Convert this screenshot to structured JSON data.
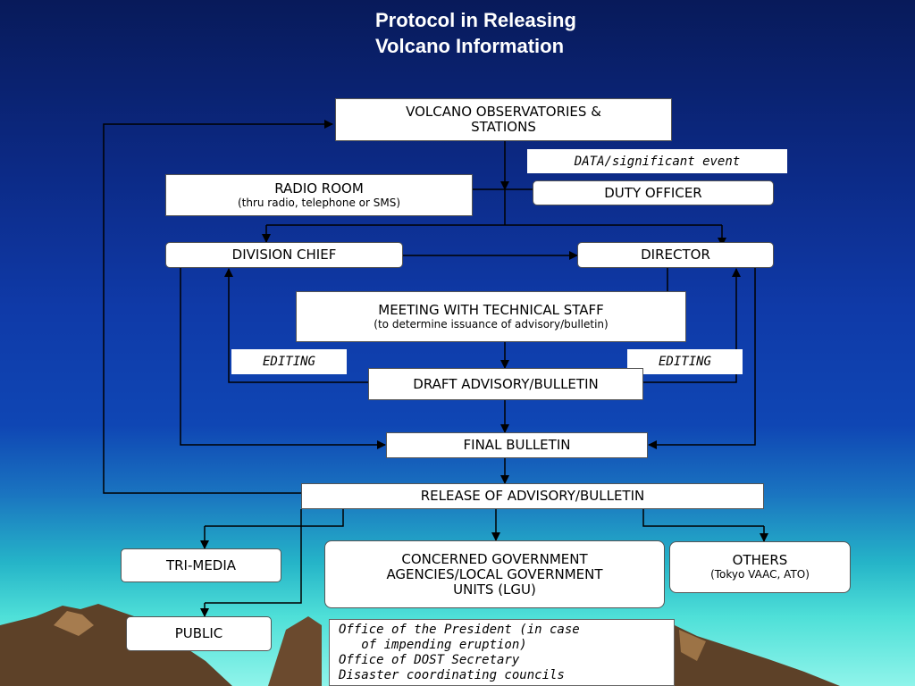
{
  "title": {
    "line1": "Protocol in Releasing",
    "line2": "Volcano Information"
  },
  "boxes": {
    "observatories": {
      "line1": "VOLCANO  OBSERVATORIES &",
      "line2": "STATIONS"
    },
    "data_event": "DATA/significant event",
    "radio_room": {
      "label": "RADIO ROOM",
      "sub": "(thru radio, telephone or SMS)"
    },
    "duty_officer": "DUTY OFFICER",
    "division_chief": "DIVISION CHIEF",
    "director": "DIRECTOR",
    "meeting": {
      "label": "MEETING WITH TECHNICAL STAFF",
      "sub": "(to determine issuance of advisory/bulletin)"
    },
    "editing_left": "EDITING",
    "editing_right": "EDITING",
    "draft": "DRAFT ADVISORY/BULLETIN",
    "final": "FINAL BULLETIN",
    "release": "RELEASE OF ADVISORY/BULLETIN",
    "tri_media": "TRI-MEDIA",
    "concerned": {
      "line1": "CONCERNED GOVERNMENT",
      "line2": "AGENCIES/LOCAL GOVERNMENT",
      "line3": "UNITS (LGU)"
    },
    "others": {
      "label": "OTHERS",
      "sub": "(Tokyo VAAC, ATO)"
    },
    "public": "PUBLIC"
  },
  "office_note": {
    "line1": "Office of the President (in case",
    "line2": "   of impending eruption)",
    "line3": "Office of DOST Secretary",
    "line4": "Disaster coordinating councils"
  },
  "colors": {
    "arrow": "#000000",
    "box": "#ffffff",
    "title": "#ffffff",
    "mountain": "#6b4a2e"
  }
}
